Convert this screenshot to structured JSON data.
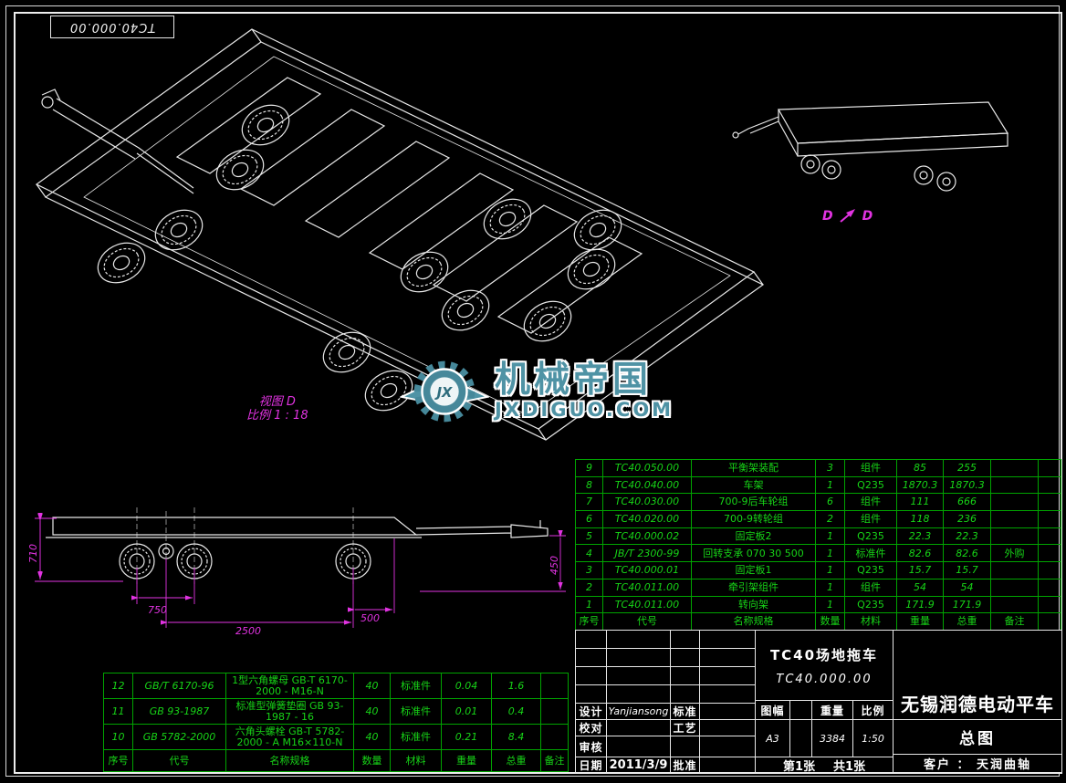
{
  "colors": {
    "line": "#e8e8e8",
    "table_green": "#17d417",
    "dim_magenta": "#e233e2",
    "watermark_teal": "#4f93a5"
  },
  "corner_box": {
    "drawing_no": "TC40.000.00"
  },
  "labels": {
    "detail_view": "视图 D",
    "detail_scale": "比例 1 : 18",
    "section_left": "D",
    "section_right": "D"
  },
  "dimensions": {
    "d710": "710",
    "d750": "750",
    "d2500": "2500",
    "d500": "500",
    "d450": "450"
  },
  "watermark": {
    "logo": "JX",
    "brand": "机械帝国",
    "url": "JXDIGUO.COM"
  },
  "table_headers": {
    "seq": "序号",
    "code": "代号",
    "name": "名称规格",
    "qty": "数量",
    "material": "材料",
    "weight": "重量",
    "total": "总重",
    "notes": "备注"
  },
  "bom": {
    "rows": [
      {
        "seq": "9",
        "code": "TC40.050.00",
        "name": "平衡架装配",
        "qty": "3",
        "material": "组件",
        "weight": "85",
        "total": "255",
        "notes": ""
      },
      {
        "seq": "8",
        "code": "TC40.040.00",
        "name": "车架",
        "qty": "1",
        "material": "Q235",
        "weight": "1870.3",
        "total": "1870.3",
        "notes": ""
      },
      {
        "seq": "7",
        "code": "TC40.030.00",
        "name": "700-9后车轮组",
        "qty": "6",
        "material": "组件",
        "weight": "111",
        "total": "666",
        "notes": ""
      },
      {
        "seq": "6",
        "code": "TC40.020.00",
        "name": "700-9转轮组",
        "qty": "2",
        "material": "组件",
        "weight": "118",
        "total": "236",
        "notes": ""
      },
      {
        "seq": "5",
        "code": "TC40.000.02",
        "name": "固定板2",
        "qty": "1",
        "material": "Q235",
        "weight": "22.3",
        "total": "22.3",
        "notes": ""
      },
      {
        "seq": "4",
        "code": "JB/T 2300-99",
        "name": "回转支承 070 30 500",
        "qty": "1",
        "material": "标准件",
        "weight": "82.6",
        "total": "82.6",
        "notes": "外购"
      },
      {
        "seq": "3",
        "code": "TC40.000.01",
        "name": "固定板1",
        "qty": "1",
        "material": "Q235",
        "weight": "15.7",
        "total": "15.7",
        "notes": ""
      },
      {
        "seq": "2",
        "code": "TC40.011.00",
        "name": "牵引架组件",
        "qty": "1",
        "material": "组件",
        "weight": "54",
        "total": "54",
        "notes": ""
      },
      {
        "seq": "1",
        "code": "TC40.011.00",
        "name": "转向架",
        "qty": "1",
        "material": "Q235",
        "weight": "171.9",
        "total": "171.9",
        "notes": ""
      }
    ]
  },
  "fasteners": {
    "rows": [
      {
        "seq": "12",
        "code": "GB/T 6170-96",
        "name": "1型六角螺母 GB-T 6170-2000 - M16-N",
        "qty": "40",
        "material": "标准件",
        "weight": "0.04",
        "total": "1.6",
        "notes": ""
      },
      {
        "seq": "11",
        "code": "GB 93-1987",
        "name": "标准型弹簧垫圈 GB 93-1987 - 16",
        "qty": "40",
        "material": "标准件",
        "weight": "0.01",
        "total": "0.4",
        "notes": ""
      },
      {
        "seq": "10",
        "code": "GB 5782-2000",
        "name": "六角头螺栓 GB-T 5782-2000 - A M16×110-N",
        "qty": "40",
        "material": "标准件",
        "weight": "0.21",
        "total": "8.4",
        "notes": ""
      }
    ]
  },
  "titleblock": {
    "product_title": "TC40场地拖车",
    "drawing_no": "TC40.000.00",
    "design_label": "设计",
    "design_value": "Yanjiansong",
    "standard_label": "标准",
    "check_label": "校对",
    "process_label": "工艺",
    "review_label": "审核",
    "date_label": "日期",
    "date_value": "2011/3/9",
    "approve_label": "批准",
    "format_label": "图幅",
    "format_value": "A3",
    "weight_label": "重量",
    "weight_value": "3384",
    "scale_label": "比例",
    "scale_value": "1:50",
    "sheet_page": "第1张",
    "sheet_total": "共1张",
    "company": "无锡润德电动平车",
    "sheet_name": "总图",
    "customer": "客户 ： 天润曲轴"
  }
}
